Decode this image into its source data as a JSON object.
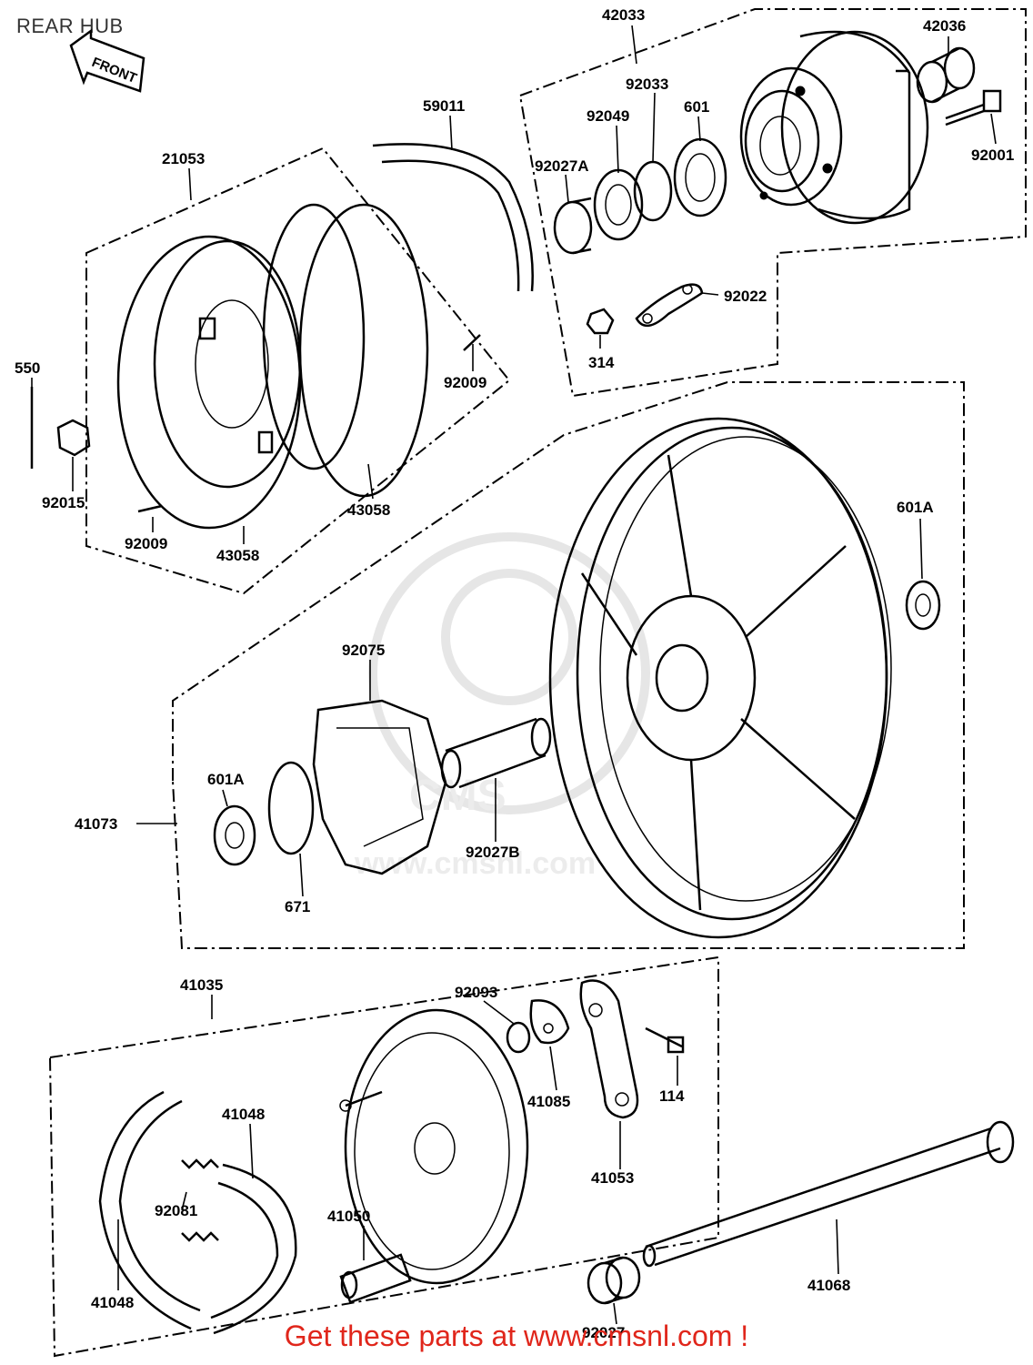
{
  "title": "REAR HUB",
  "front_label": "FRONT",
  "banner": "Get these parts at www.cmsnl.com !",
  "watermark": {
    "big": "CMS",
    "small": "www.cmsnl.com"
  },
  "labels": {
    "p42033": "42033",
    "p42036": "42036",
    "p92033": "92033",
    "p92049": "92049",
    "p601": "601",
    "p92027A": "92027A",
    "p92001": "92001",
    "p92022": "92022",
    "p314": "314",
    "p59011": "59011",
    "p21053": "21053",
    "p550": "550",
    "p92015": "92015",
    "p92009a": "92009",
    "p92009b": "92009",
    "p43058a": "43058",
    "p43058b": "43058",
    "p601A_right": "601A",
    "p92075": "92075",
    "p601A_left": "601A",
    "p41073": "41073",
    "p671": "671",
    "p92027B": "92027B",
    "p41035": "41035",
    "p92093": "92093",
    "p41048a": "41048",
    "p41048b": "41048",
    "p92081": "92081",
    "p41085": "41085",
    "p114": "114",
    "p41053": "41053",
    "p41050": "41050",
    "p41068": "41068",
    "p92027C": "92027"
  }
}
